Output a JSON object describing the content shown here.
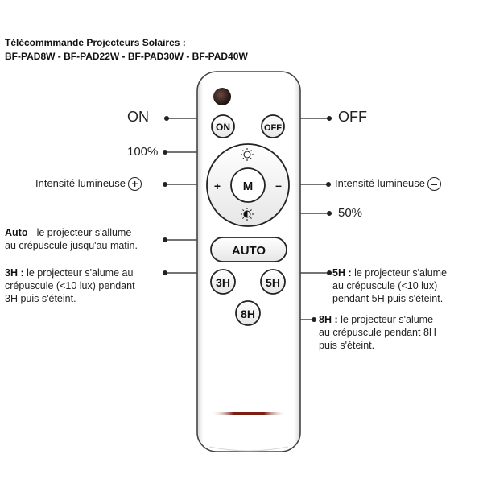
{
  "title": {
    "line1": "Télécommmande Projecteurs Solaires :",
    "line2": "BF-PAD8W - BF-PAD22W - BF-PAD30W - BF-PAD40W"
  },
  "buttons": {
    "on": "ON",
    "off": "OFF",
    "m": "M",
    "plus": "+",
    "minus": "–",
    "auto": "AUTO",
    "h3": "3H",
    "h5": "5H",
    "h8": "8H"
  },
  "labels": {
    "on": "ON",
    "off": "OFF",
    "p100": "100%",
    "p50": "50%",
    "intensity_plus": "Intensité lumineuse",
    "intensity_minus": "Intensité lumineuse",
    "plus_sign": "+",
    "minus_sign": "–"
  },
  "notes": {
    "auto_bold": "Auto",
    "auto_l1": " - le projecteur s'allume",
    "auto_l2": "au crépuscule jusqu'au matin.",
    "h3_bold": "3H :",
    "h3_l1": " le projecteur s'alume au",
    "h3_l2": "crépuscule (<10 lux) pendant",
    "h3_l3": "3H puis s'éteint.",
    "h5_bold": "5H :",
    "h5_l1": " le projecteur s'alume",
    "h5_l2": "au crépuscule (<10 lux)",
    "h5_l3": "pendant 5H puis s'éteint.",
    "h8_bold": "8H :",
    "h8_l1": " le projecteur s'alume",
    "h8_l2": "au crépuscule pendant 8H",
    "h8_l3": "puis s'éteint."
  },
  "icons": {
    "sensor": "ir-sensor-icon",
    "bright": "sun-full-icon",
    "dim": "sun-half-icon"
  }
}
